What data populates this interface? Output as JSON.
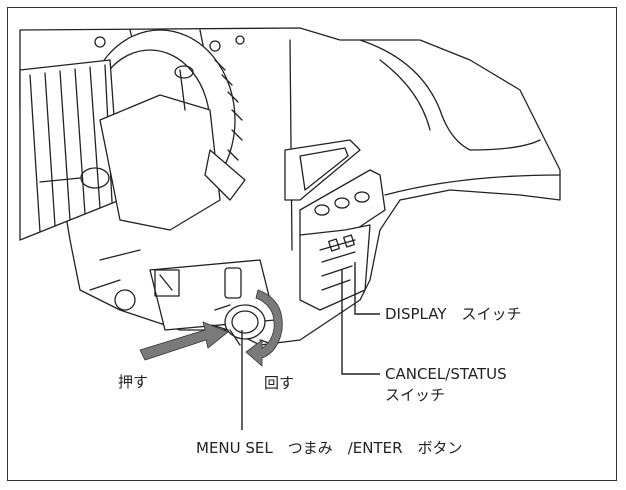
{
  "labels": {
    "display_switch": "DISPLAY　スイッチ",
    "cancel_status_line1": "CANCEL/STATUS",
    "cancel_status_line2": "スイッチ",
    "push": "押す",
    "turn": "回す",
    "menu_sel": "MENU SEL　つまみ　/ENTER　ボタン"
  },
  "colors": {
    "line": "#222222",
    "arrow_fill": "#7a7a7a",
    "frame": "#333333"
  }
}
